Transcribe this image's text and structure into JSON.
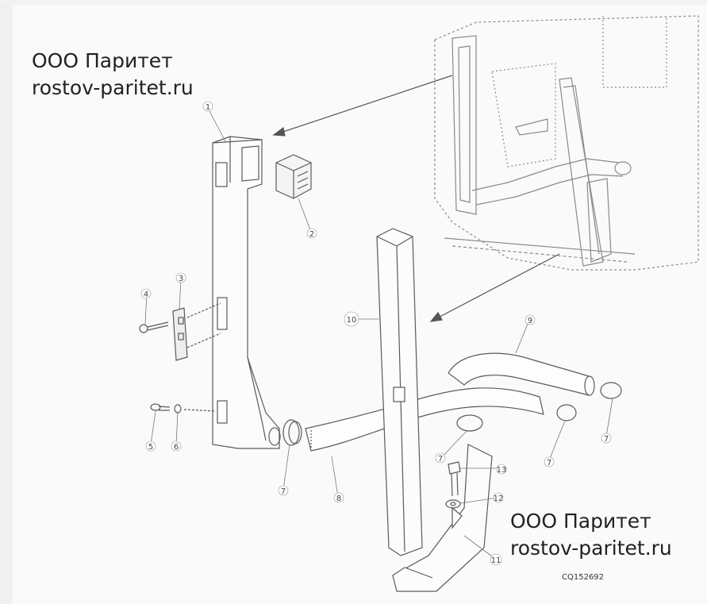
{
  "watermark_top": {
    "line1": "ООО Паритет",
    "line2": "rostov-paritet.ru"
  },
  "watermark_bottom": {
    "line1": "ООО Паритет",
    "line2": "rostov-paritet.ru"
  },
  "figure_code": "CQ152692",
  "callouts": {
    "c1": "1",
    "c2": "2",
    "c3": "3",
    "c4": "4",
    "c5": "5",
    "c6": "6",
    "c7a": "7",
    "c7b": "7",
    "c7c": "7",
    "c7d": "7",
    "c8": "8",
    "c9": "9",
    "c10": "10",
    "c11": "11",
    "c12": "12",
    "c13": "13"
  }
}
